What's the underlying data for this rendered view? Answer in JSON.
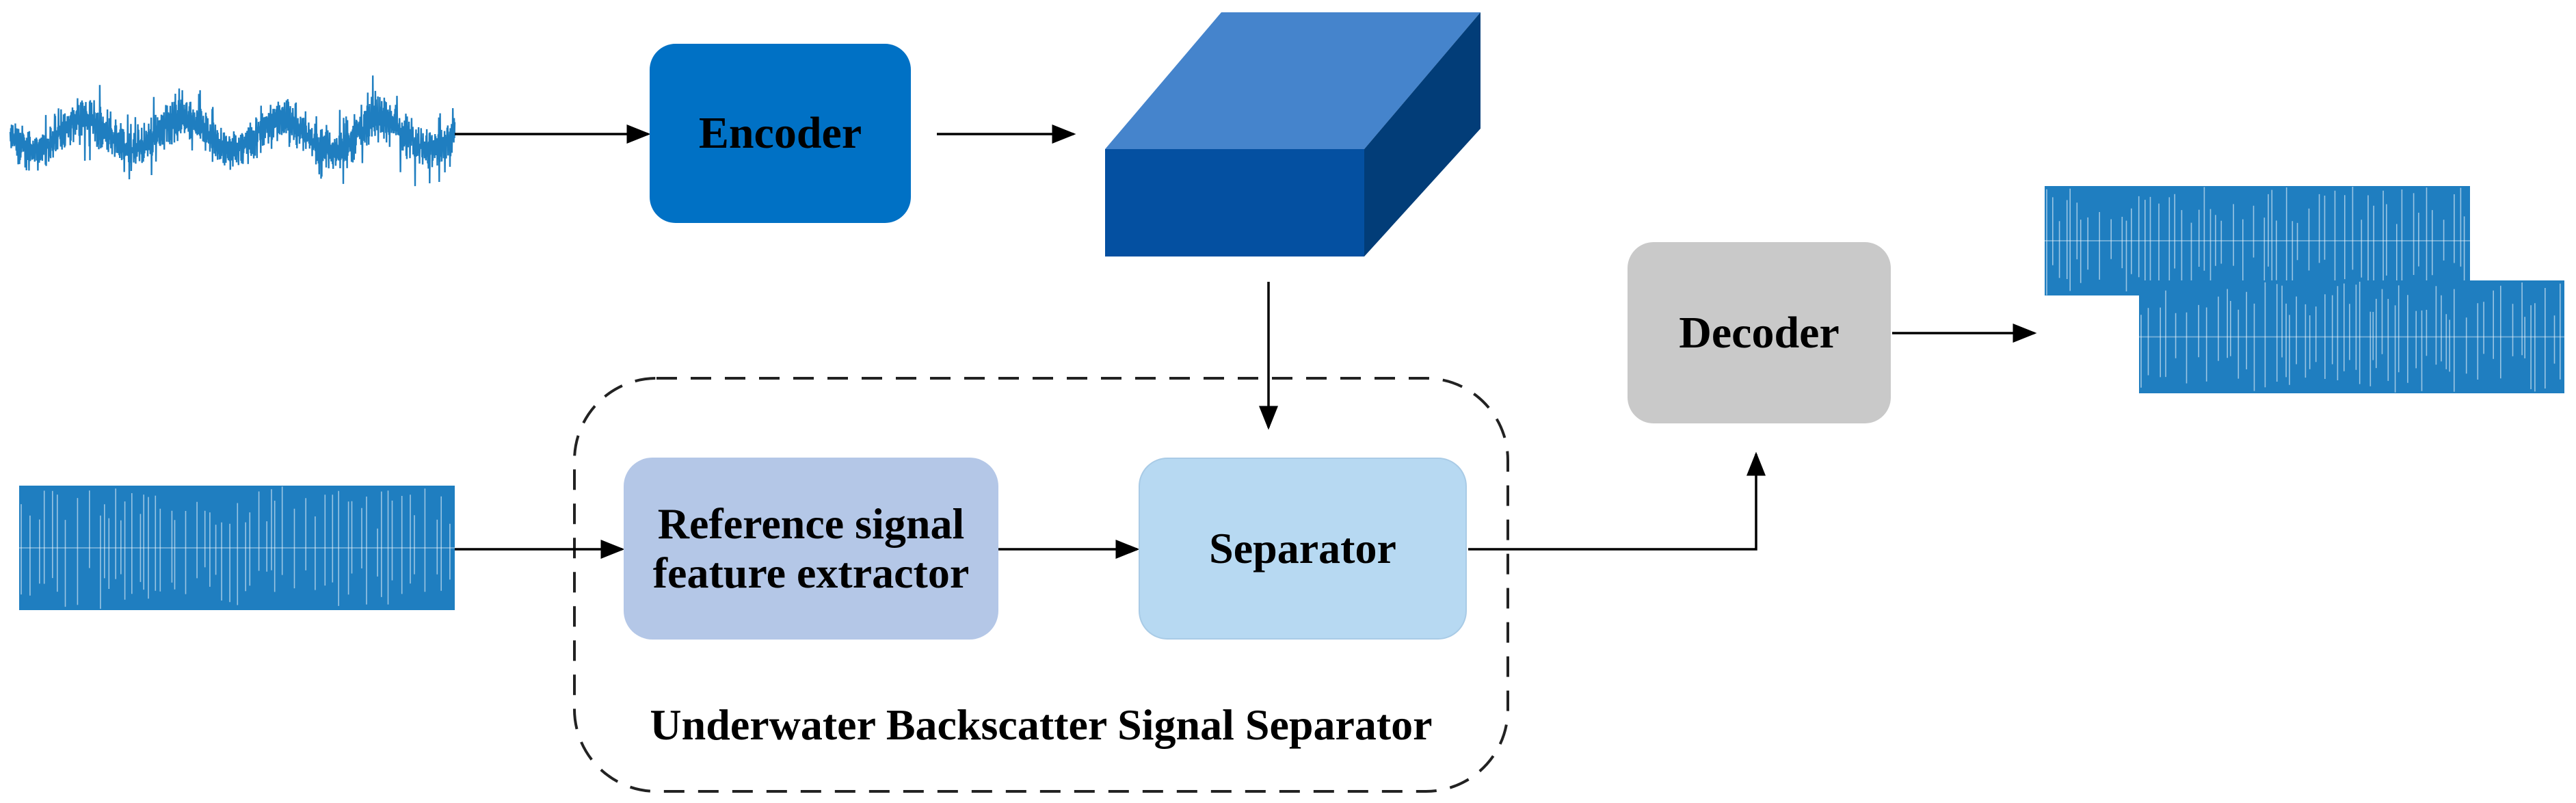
{
  "diagram": {
    "encoder_label": "Encoder",
    "decoder_label": "Decoder",
    "reference_extractor_label_line1": "Reference signal",
    "reference_extractor_label_line2": "feature extractor",
    "separator_label": "Separator",
    "group_label": "Underwater Backscatter Signal Separator"
  },
  "colors": {
    "encoder_fill": "#0071c5",
    "decoder_fill": "#c9c9c9",
    "reference_extractor_fill": "#b4c7e7",
    "separator_fill": "#b7d9f2",
    "waveform": "#1f7ec0",
    "tensor_front": "#0450a1",
    "tensor_top": "#4584cc",
    "tensor_side": "#023d78",
    "arrow": "#000000"
  },
  "icons": {
    "input_mixture": "noisy-waveform-icon",
    "input_reference": "backscatter-waveform-icon",
    "feature_tensor": "feature-tensor-cube-icon",
    "outputs": "separated-waveforms-icon"
  }
}
